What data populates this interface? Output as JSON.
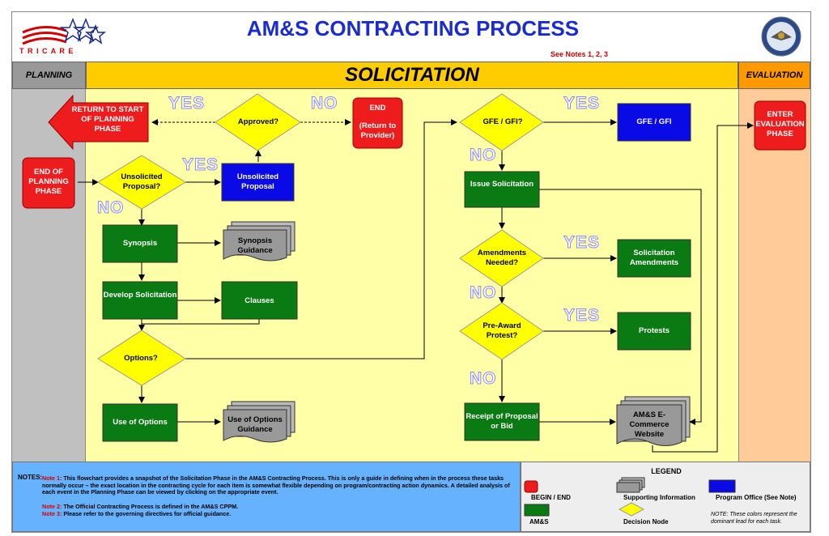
{
  "header": {
    "title": "AM&S CONTRACTING PROCESS",
    "see_notes": "See Notes 1, 2, 3",
    "tricare_text": "T R I C A R E"
  },
  "columns": {
    "planning": "PLANNING",
    "solicitation": "SOLICITATION",
    "evaluation": "EVALUATION"
  },
  "nodes": {
    "return_to_start": "RETURN TO START OF PLANNING PHASE",
    "approved": "Approved?",
    "end_return": "END",
    "end_return_sub": "(Return to Provider)",
    "end_of_planning": "END OF PLANNING PHASE",
    "unsolicited_q": "Unsolicited Proposal?",
    "unsolicited_proposal": "Unsolicited Proposal",
    "synopsis": "Synopsis",
    "synopsis_guidance": "Synopsis Guidance",
    "develop_solicitation": "Develop Solicitation",
    "clauses": "Clauses",
    "options_q": "Options?",
    "use_of_options": "Use of Options",
    "use_of_options_guidance": "Use of Options Guidance",
    "gfe_q": "GFE / GFI?",
    "gfe": "GFE / GFI",
    "issue_solicitation": "Issue Solicitation",
    "amendments_q": "Amendments Needed?",
    "solicitation_amendments": "Solicitation Amendments",
    "preaward_q": "Pre-Award Protest?",
    "protests": "Protests",
    "receipt": "Receipt of Proposal or Bid",
    "ecommerce": "AM&S E-Commerce Website",
    "enter_eval": "ENTER EVALUATION PHASE"
  },
  "labels": {
    "yes": "YES",
    "no": "NO"
  },
  "notes": {
    "heading": "NOTES:",
    "note1_key": "Note 1:",
    "note1_text": "This flowchart provides a snapshot of the Solicitation Phase in the AM&S Contracting Process. This is only a guide in defining when in the process these tasks normally occur – the exact location in the contracting cycle for each item is somewhat flexible depending on program/contracting action dynamics. A detailed analysis of each event in the Planning Phase can be viewed by clicking on the appropriate event.",
    "note2_key": "Note 2:",
    "note2_text": "The Official Contracting Process is defined in the AM&S CPPM.",
    "note3_key": "Note 3:",
    "note3_text": "Please refer to the governing directives for official guidance."
  },
  "legend": {
    "title": "LEGEND",
    "begin_end": "BEGIN / END",
    "supporting": "Supporting Information",
    "program_office": "Program Office (See Note)",
    "ams": "AM&S",
    "decision": "Decision Node",
    "note": "NOTE: These colors represent the dominant lead for each task."
  },
  "colors": {
    "red": "#ee1c1c",
    "green": "#0a7a12",
    "blue": "#0a0ae6",
    "yellow": "#ffff00",
    "gray_doc": "#999999",
    "yes_no_text": "#c0c0ff"
  }
}
